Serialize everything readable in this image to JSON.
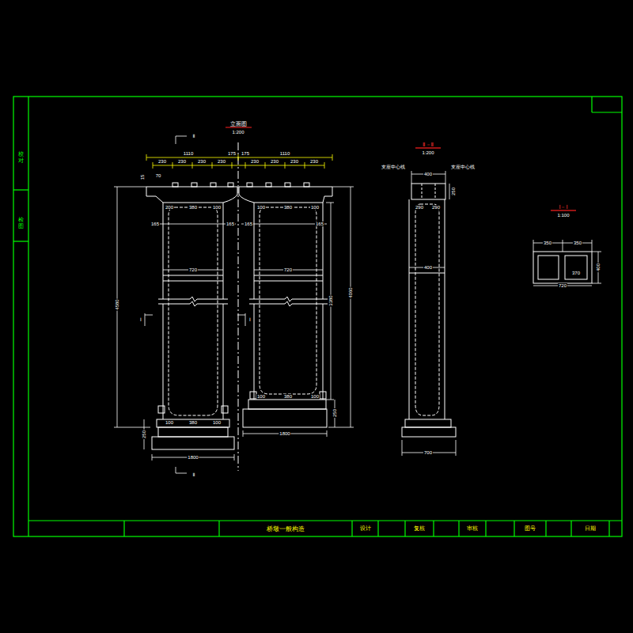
{
  "diagram": {
    "nodes": [
      {
        "text": [
          "桥墩一般构造"
        ]
      },
      {
        "text": [
          "设计"
        ]
      },
      {
        "text": [
          "复核"
        ]
      },
      {
        "text": [
          "审核"
        ]
      },
      {
        "text": [
          "图号"
        ]
      },
      {
        "text": [
          "日期"
        ]
      },
      {
        "text": [
          "校对"
        ]
      },
      {
        "text": [
          "检图"
        ]
      }
    ],
    "labels": [
      "立面图",
      "1:200",
      "Ⅱ",
      "1110",
      "175",
      "175",
      "1110",
      "230",
      "230",
      "230",
      "230",
      "230",
      "230",
      "230",
      "230",
      "15",
      "70",
      "200",
      "380",
      "100",
      "100",
      "380",
      "100",
      "165",
      "165",
      "165",
      "165",
      "720",
      "720",
      "4580",
      "3380",
      "4060",
      "Ⅰ",
      "Ⅰ",
      "100",
      "380",
      "100",
      "100",
      "380",
      "100",
      "250",
      "250",
      "1800",
      "1800",
      "Ⅱ",
      "Ⅱ－Ⅱ",
      "1:200",
      "支座中心线",
      "支座中心线",
      "400",
      "250",
      "290",
      "290",
      "400",
      "700",
      "Ⅰ－Ⅰ",
      "1:100",
      "350",
      "350",
      "400",
      "370",
      "720"
    ]
  }
}
